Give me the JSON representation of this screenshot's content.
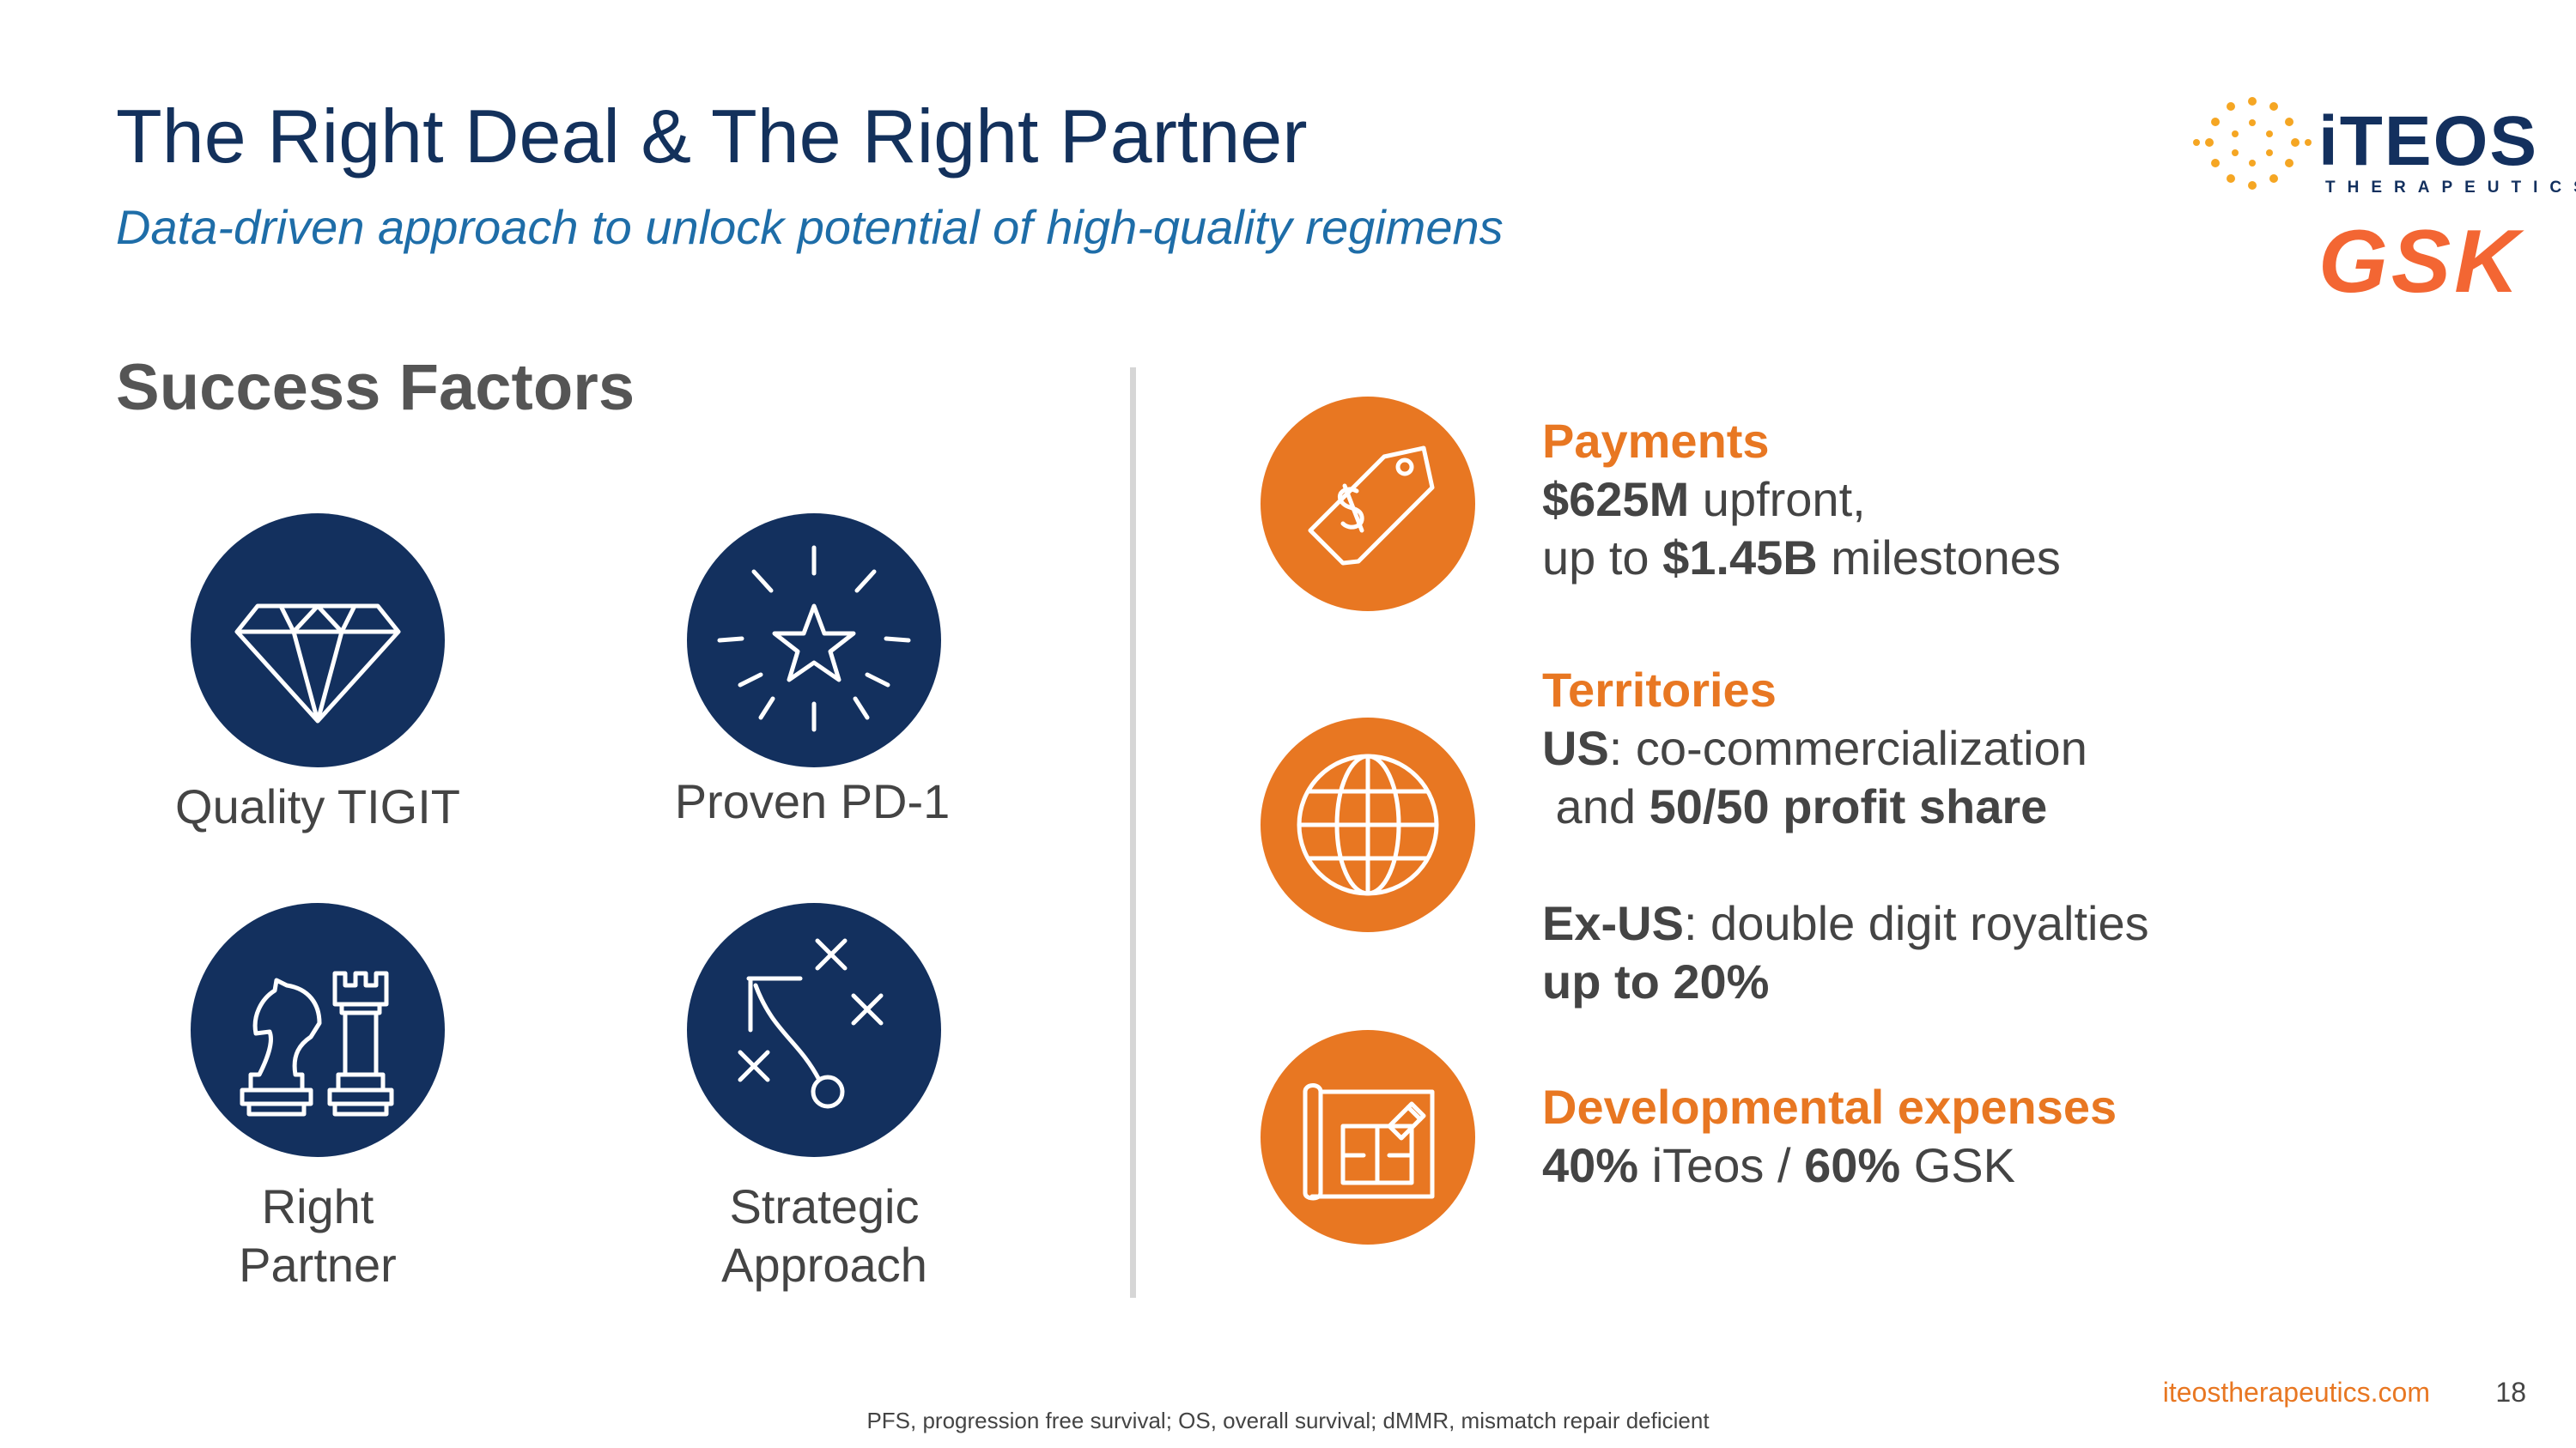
{
  "slide": {
    "title": "The Right Deal & The Right Partner",
    "subtitle": "Data-driven approach to unlock potential of high-quality regimens",
    "page_number": "18",
    "footnote": "PFS, progression free survival; OS, overall survival; dMMR, mismatch repair deficient",
    "website": "iteostherapeutics.com"
  },
  "logos": {
    "iteos_word": "iTEOS",
    "iteos_sub": "THERAPEUTICS",
    "gsk": "GSK"
  },
  "success_factors": {
    "heading": "Success Factors",
    "items": [
      {
        "label_lines": [
          "Quality TIGIT"
        ],
        "icon": "diamond-icon"
      },
      {
        "label_lines": [
          "Proven PD-1"
        ],
        "icon": "star-burst-icon"
      },
      {
        "label_lines": [
          "Right",
          "Partner"
        ],
        "icon": "chess-pieces-icon"
      },
      {
        "label_lines": [
          "Strategic",
          "Approach"
        ],
        "icon": "strategy-play-icon"
      }
    ]
  },
  "deal_terms": {
    "payments": {
      "heading": "Payments",
      "upfront_amount": "$625M",
      "upfront_text": " upfront,",
      "milestone_prefix": "up to ",
      "milestone_amount": "$1.45B",
      "milestone_text": " milestones",
      "icon": "price-tag-icon"
    },
    "territories": {
      "heading": "Territories",
      "us_label": "US",
      "us_text": ": co-commercialization",
      "us_line2_prefix": " and ",
      "us_line2_bold": "50/50 profit share",
      "exus_label": "Ex-US",
      "exus_text": ": double digit royalties",
      "exus_line2_bold": "up to 20%",
      "icon": "globe-icon"
    },
    "development": {
      "heading": "Developmental expenses",
      "iteos_pct": "40%",
      "iteos_name": " iTeos / ",
      "gsk_pct": "60%",
      "gsk_name": " GSK",
      "icon": "blueprint-icon"
    }
  },
  "colors": {
    "navy": "#13305e",
    "orange": "#e87722",
    "subtitle_blue": "#1e6da8",
    "gsk_orange": "#f36633"
  }
}
